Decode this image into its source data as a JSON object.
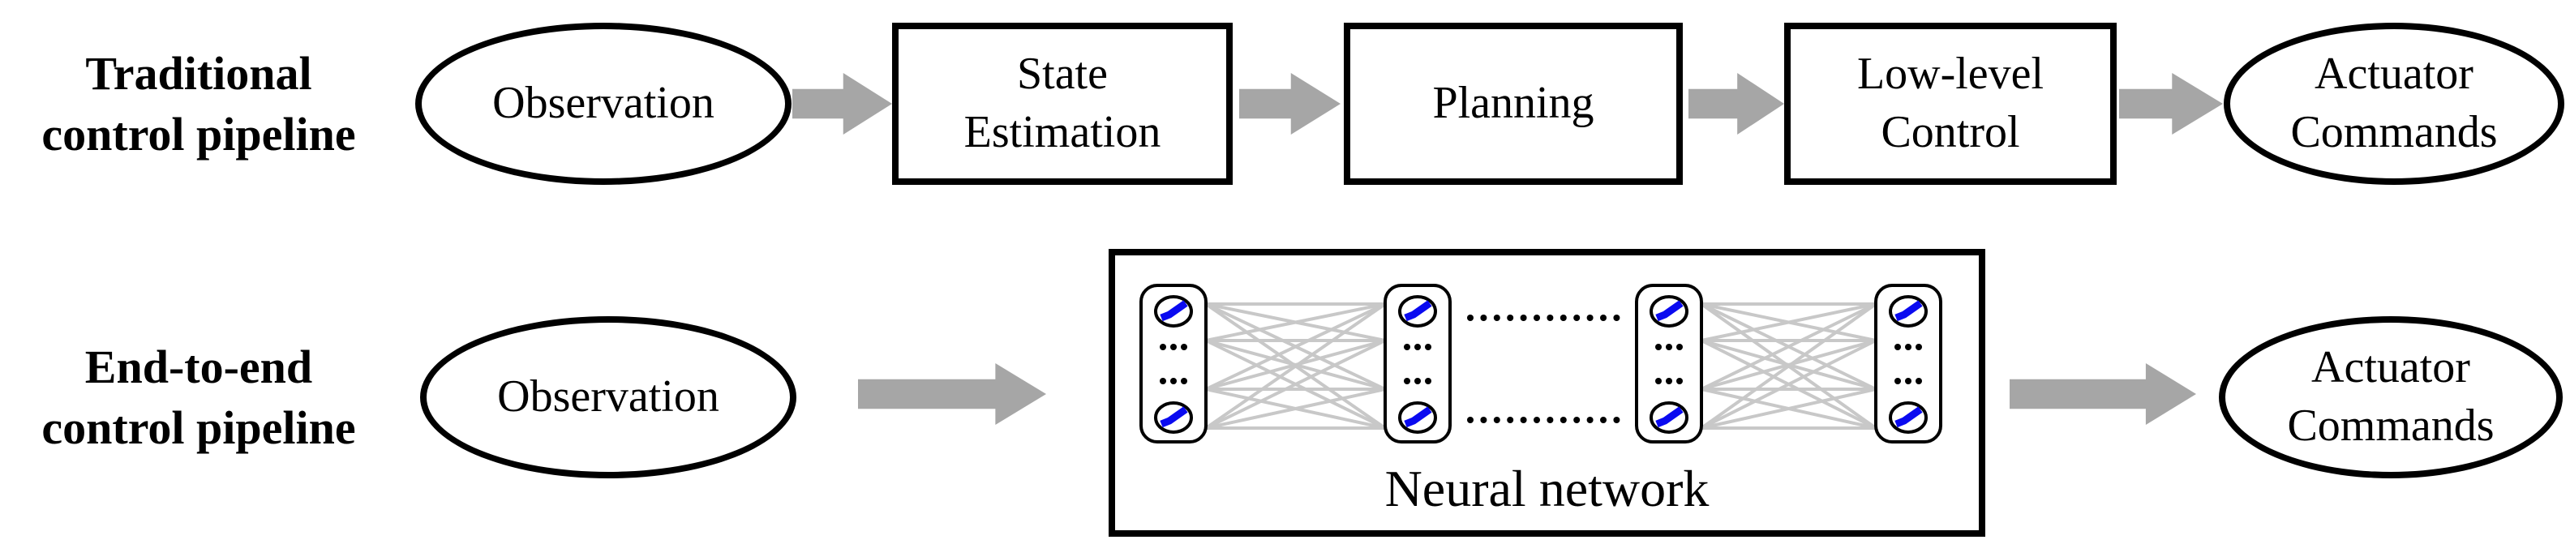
{
  "colors": {
    "arrow_gray": "#a6a6a6",
    "connection_gray": "#c8c8c8",
    "node_icon_blue": "#0a0af0",
    "outline_black": "#000000",
    "background": "#ffffff"
  },
  "row1": {
    "label": "Traditional\ncontrol pipeline",
    "observation": "Observation",
    "state_estimation": "State\nEstimation",
    "planning": "Planning",
    "low_level_control": "Low-level\nControl",
    "actuator_commands": "Actuator\nCommands"
  },
  "row2": {
    "label": "End-to-end\ncontrol pipeline",
    "observation": "Observation",
    "actuator_commands": "Actuator\nCommands"
  },
  "neural_network": {
    "caption": "Neural network",
    "visible_layer_columns": 4,
    "visible_nodes_per_column": 2,
    "inter_layer_connections": "fully-connected",
    "hidden_layers_ellipsis": "............"
  }
}
